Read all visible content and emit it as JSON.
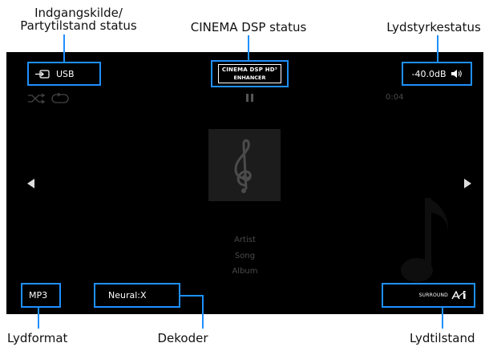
{
  "callouts": {
    "input_source_line1": "Indgangskilde/",
    "input_source_line2": "Partytilstand status",
    "cinema_dsp": "CINEMA DSP status",
    "volume": "Lydstyrkestatus",
    "audio_format": "Lydformat",
    "decoder": "Dekoder",
    "sound_mode": "Lydtilstand"
  },
  "screen": {
    "input_source": {
      "icon": "input-source-icon",
      "label": "USB"
    },
    "cinema_dsp_badge": {
      "top": "CINEMA DSP HD³",
      "bottom": "ENHANCER"
    },
    "volume": {
      "label": "-40.0dB",
      "icon": "speaker-icon"
    },
    "playback": {
      "shuffle_icon": "shuffle-icon",
      "repeat_icon": "repeat-icon",
      "pause_icon": "pause-icon",
      "elapsed": "0:04"
    },
    "album_art_icon": "treble-clef-icon",
    "nav": {
      "prev_icon": "arrow-left-icon",
      "next_icon": "arrow-right-icon"
    },
    "track": {
      "artist": "Artist",
      "song": "Song",
      "album": "Album"
    },
    "audio_format": "MP3",
    "decoder": "Neural:X",
    "sound_mode": {
      "label": "SURROUND",
      "icon": "ai-icon"
    }
  },
  "colors": {
    "highlight": "#1e90ff",
    "screen_bg": "#000000",
    "dim_text": "#4a4a4a"
  }
}
